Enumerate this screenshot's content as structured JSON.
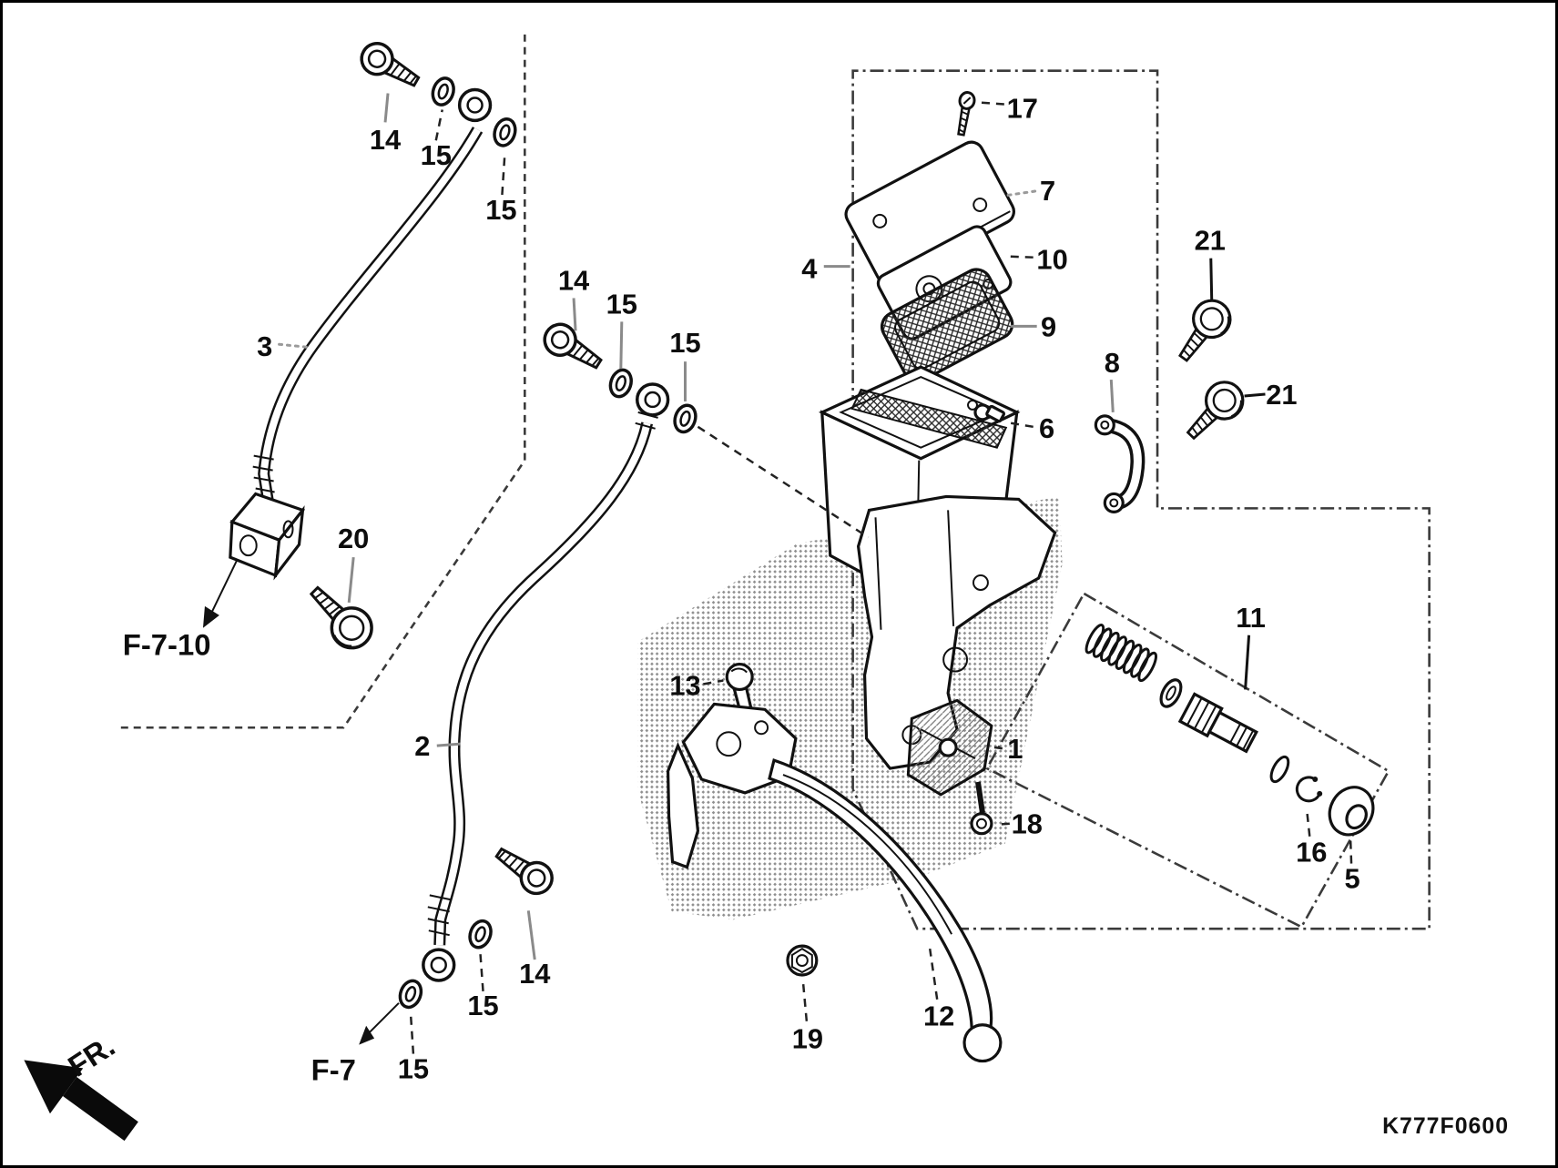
{
  "diagram": {
    "code": "K777F0600",
    "fr_label": "FR.",
    "ref_links": {
      "f7_10": "F-7-10",
      "f7": "F-7"
    },
    "callouts": {
      "c1": "1",
      "c2": "2",
      "c3": "3",
      "c4": "4",
      "c5": "5",
      "c6": "6",
      "c7": "7",
      "c8": "8",
      "c9": "9",
      "c10": "10",
      "c11": "11",
      "c12": "12",
      "c13": "13",
      "c16": "16",
      "c17": "17",
      "c18": "18",
      "c19": "19",
      "c20": "20",
      "c14a": "14",
      "c14b": "14",
      "c14c": "14",
      "c15a": "15",
      "c15b": "15",
      "c15c": "15",
      "c15d": "15",
      "c15e": "15",
      "c15f": "15",
      "c21a": "21",
      "c21b": "21"
    }
  }
}
